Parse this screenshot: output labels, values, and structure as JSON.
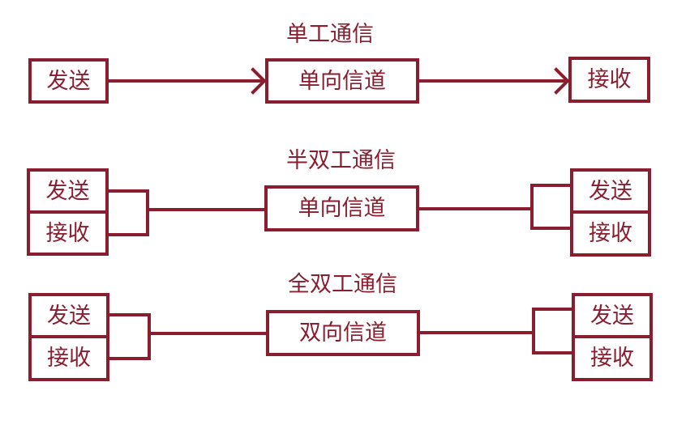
{
  "accent_color": "#8a1d2e",
  "sections": {
    "simplex": {
      "title": "单工通信",
      "sender": "发送",
      "channel": "单向信道",
      "receiver": "接收"
    },
    "half_duplex": {
      "title": "半双工通信",
      "left_send": "发送",
      "left_recv": "接收",
      "channel": "单向信道",
      "right_send": "发送",
      "right_recv": "接收"
    },
    "full_duplex": {
      "title": "全双工通信",
      "left_send": "发送",
      "left_recv": "接收",
      "channel": "双向信道",
      "right_send": "发送",
      "right_recv": "接收"
    }
  }
}
